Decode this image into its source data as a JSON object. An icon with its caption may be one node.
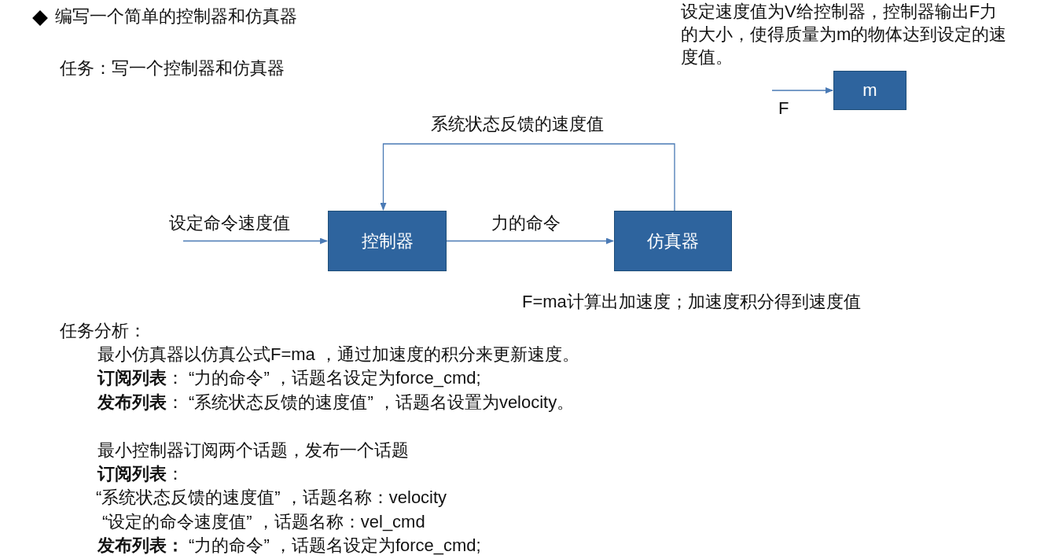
{
  "diagram": {
    "title": "编写一个简单的控制器和仿真器",
    "nodes": [
      {
        "text": [
          "控制器"
        ]
      },
      {
        "text": [
          "仿真器"
        ]
      },
      {
        "text": [
          "m"
        ]
      }
    ],
    "edges": [
      {
        "from": null,
        "to": 0,
        "arrow": "to",
        "label": "设定命令速度值"
      },
      {
        "from": 0,
        "to": 1,
        "arrow": "to",
        "label": "力的命令"
      },
      {
        "from": 1,
        "to": 0,
        "arrow": "to",
        "label": "系统状态反馈的速度值"
      },
      {
        "from": null,
        "to": 2,
        "arrow": "to",
        "label": "F"
      }
    ],
    "labels": [
      "设定速度值为V给控制器，控制器输出F力的大小，使得质量为m的物体达到设定的速度值。",
      "任务：写一个控制器和仿真器",
      "F=ma计算出加速度；加速度积分得到速度值",
      "任务分析：",
      "最小仿真器以仿真公式F=ma ，通过加速度的积分来更新速度。",
      "**订阅列表**：  “力的命令” ，话题名设定为force_cmd;",
      "**发布列表**：  “系统状态反馈的速度值” ，话题名设置为velocity。",
      "最小控制器订阅两个话题，发布一个话题",
      "**订阅列表**：",
      "“系统状态反馈的速度值” ，话题名称：velocity",
      "“设定的命令速度值” ，话题名称：vel_cmd",
      "**发布列表：**  “力的命令” ，话题名设定为force_cmd;"
    ]
  }
}
